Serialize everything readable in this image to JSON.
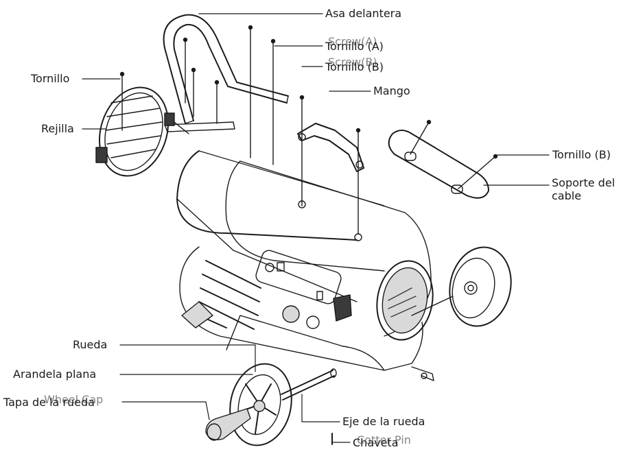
{
  "labels": {
    "asa_delantera": "Asa delantera",
    "screw_a_en": "Screw(A)",
    "tornillo_a": "Tornillo (A)",
    "screw_b_en": "Screw(B)",
    "tornillo_b_top": "Tornillo (B)",
    "mango": "Mango",
    "tornillo": "Tornillo",
    "rejilla": "Rejilla",
    "tornillo_b_right": "Tornillo (B)",
    "soporte_line1": "Soporte del",
    "soporte_line2": "cable",
    "rueda": "Rueda",
    "arandela": "Arandela plana",
    "wheel_cap_en": "Wheel Cap",
    "tapa_rueda": "Tapa de la rueda",
    "eje_rueda": "Eje de la rueda",
    "cotter_pin_en": "Cotter Pin",
    "chaveta": "Chaveta"
  },
  "colors": {
    "line": "#1a1a1a",
    "fill": "#ffffff",
    "shade": "#d9d9d9",
    "dark": "#3a3a3a"
  }
}
